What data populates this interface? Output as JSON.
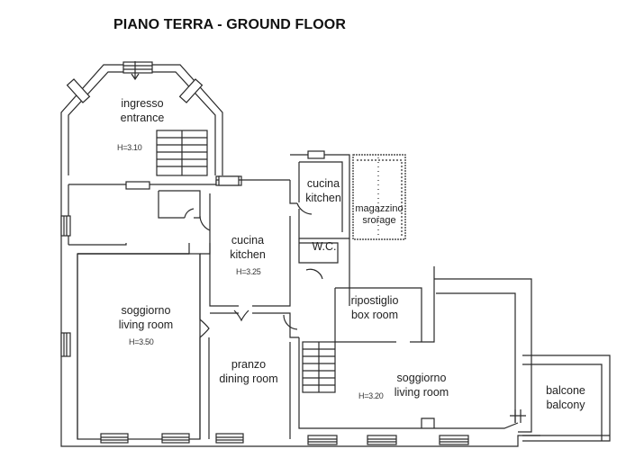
{
  "title": "PIANO TERRA - GROUND FLOOR",
  "rooms": {
    "entrance": {
      "it": "ingresso",
      "en": "entrance",
      "height": "H=3.10"
    },
    "kitchen_main": {
      "it": "cucina",
      "en": "kitchen",
      "height": "H=3.25"
    },
    "kitchen_small": {
      "it": "cucina",
      "en": "kitchen"
    },
    "storage": {
      "it": "magazzino",
      "en": "srorage"
    },
    "wc": {
      "label": "W.C."
    },
    "living_left": {
      "it": "soggiorno",
      "en": "living room",
      "height": "H=3.50"
    },
    "dining": {
      "it": "pranzo",
      "en": "dining room"
    },
    "box_room": {
      "it": "ripostiglio",
      "en": "box room"
    },
    "living_right": {
      "it": "soggiorno",
      "en": "living room",
      "height": "H=3.20"
    },
    "balcony": {
      "it": "balcone",
      "en": "balcony"
    }
  },
  "colors": {
    "wall": "#2a2a2a",
    "background": "#ffffff"
  }
}
